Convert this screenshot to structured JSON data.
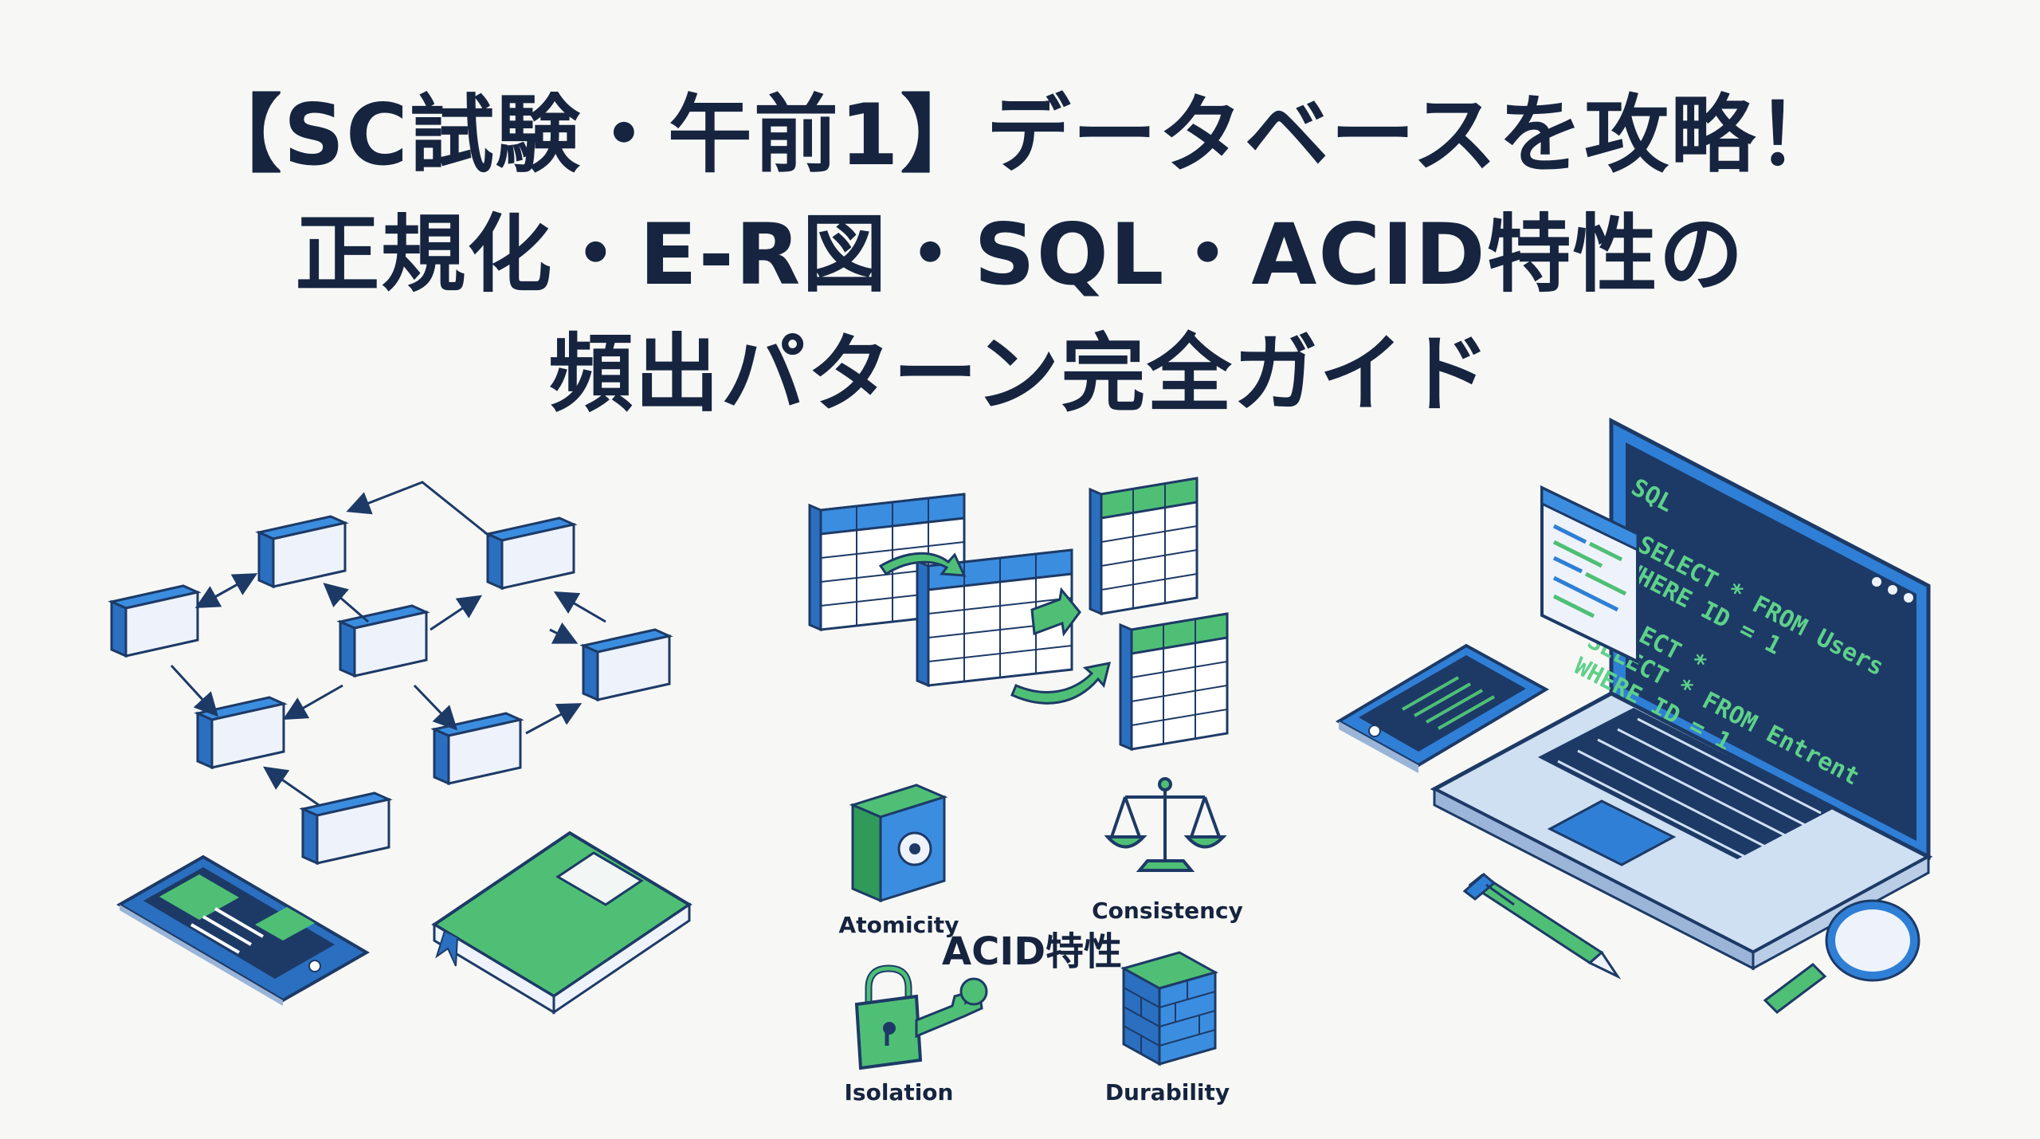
{
  "title": {
    "line1": "【SC試験・午前1】データベースを攻略！",
    "line2": "正規化・E-R図・SQL・ACID特性の",
    "line3": "頻出パターン完全ガイド"
  },
  "acid": {
    "center_label": "ACID特性",
    "atomicity": "Atomicity",
    "consistency": "Consistency",
    "isolation": "Isolation",
    "durability": "Durability"
  },
  "laptop_screen": {
    "heading": "SQL",
    "lines": [
      "SELECT * FROM Users",
      "WHERE ID = 1",
      "SELECT *",
      "SELECT * FROM Entrent",
      "WHERE ID = 1"
    ]
  },
  "colors": {
    "title": "#16243f",
    "blue": "#2f7fd6",
    "green": "#4fbf76",
    "navy": "#1d3a66"
  }
}
